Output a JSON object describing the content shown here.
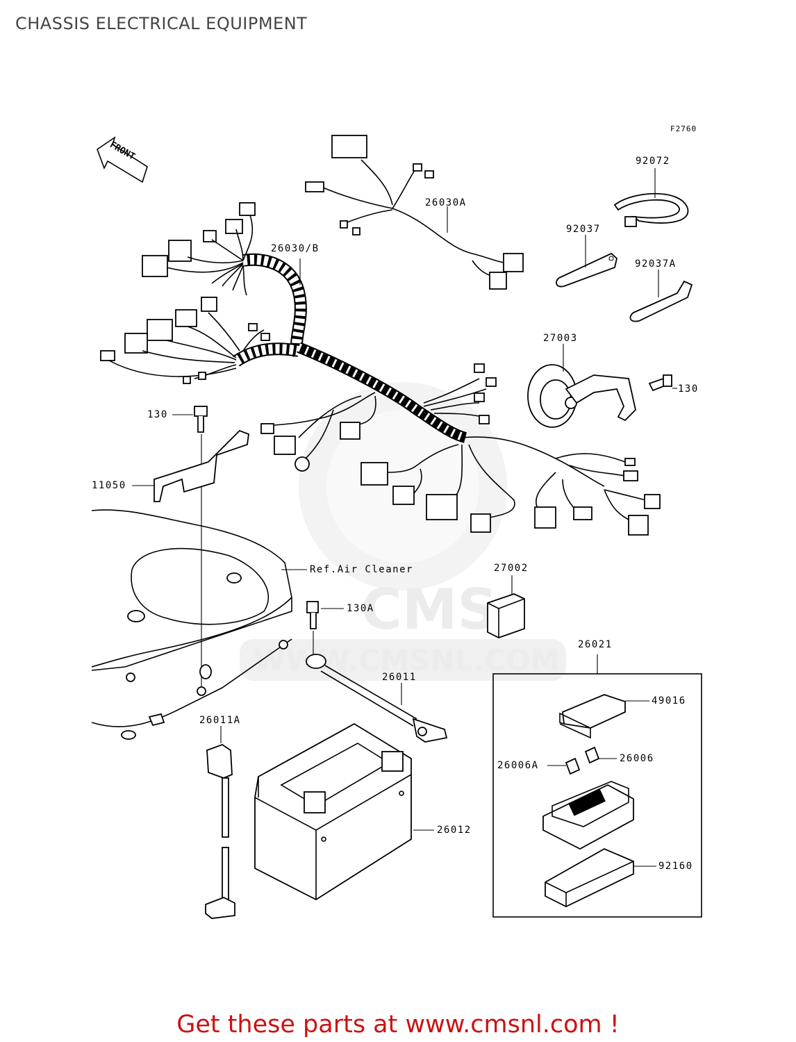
{
  "title": "CHASSIS ELECTRICAL EQUIPMENT",
  "figure_id": "F2760",
  "front_arrow_label": "FRONT",
  "watermark": {
    "brand": "CMS",
    "url": "WWW.CMSNL.COM"
  },
  "parts": {
    "p92072": "92072",
    "p26030A": "26030A",
    "p92037": "92037",
    "p26030B": "26030/B",
    "p92037A": "92037A",
    "p27003": "27003",
    "p130_right": "130",
    "p130_left": "130",
    "p11050": "11050",
    "ref_air_cleaner": "Ref.Air Cleaner",
    "p27002": "27002",
    "p130A": "130A",
    "p26021": "26021",
    "p26011": "26011",
    "p49016": "49016",
    "p26011A": "26011A",
    "p26006": "26006",
    "p26006A": "26006A",
    "p26012": "26012",
    "p92160": "92160"
  },
  "footer": "Get these parts at www.cmsnl.com !"
}
